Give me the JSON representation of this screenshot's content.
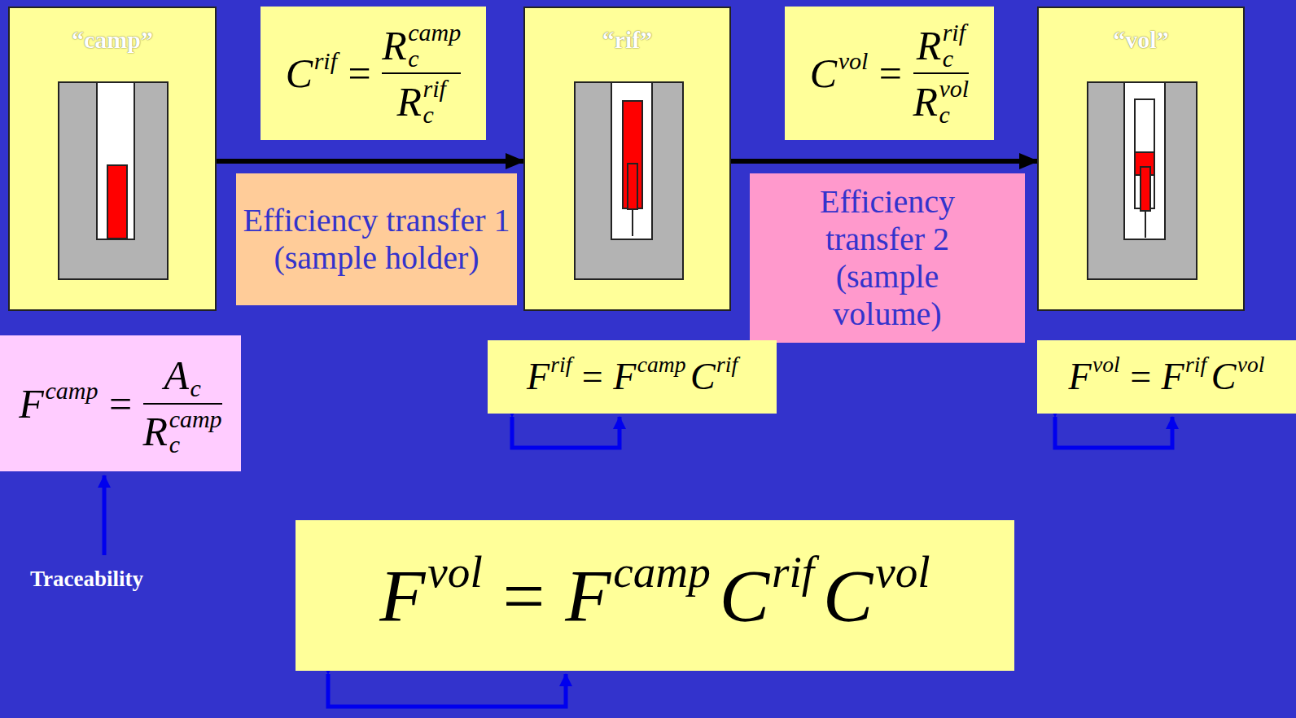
{
  "diagram": {
    "nodes": [
      {
        "text": [
          "“camp”"
        ]
      },
      {
        "text": [
          "C",
          "rif",
          "=",
          "R",
          "camp",
          "c",
          "R",
          "rif",
          "c"
        ]
      },
      {
        "text": [
          "“rif”"
        ]
      },
      {
        "text": [
          "C",
          "vol",
          "=",
          "R",
          "rif",
          "c",
          "R",
          "vol",
          "c"
        ]
      },
      {
        "text": [
          "“vol”"
        ]
      },
      {
        "text": [
          "Efficiency transfer 1 (sample holder)"
        ]
      },
      {
        "text": [
          "Efficiency transfer 2 (sample volume)"
        ]
      },
      {
        "text": [
          "F",
          "camp",
          "=",
          "A",
          "c",
          "R",
          "camp",
          "c"
        ]
      },
      {
        "text": [
          "F",
          "rif",
          "=",
          "F",
          "camp",
          "C",
          "rif"
        ]
      },
      {
        "text": [
          "F",
          "vol",
          "=",
          "F",
          "rif",
          "C",
          "vol"
        ]
      },
      {
        "text": [
          "F",
          "vol",
          "=",
          "F",
          "camp",
          "C",
          "rif",
          "C",
          "vol"
        ]
      }
    ],
    "edges": [
      {
        "from": 0,
        "to": 2,
        "arrow": "to"
      },
      {
        "from": 2,
        "to": 4,
        "arrow": "to"
      }
    ],
    "labels": [
      "Traceability"
    ]
  }
}
